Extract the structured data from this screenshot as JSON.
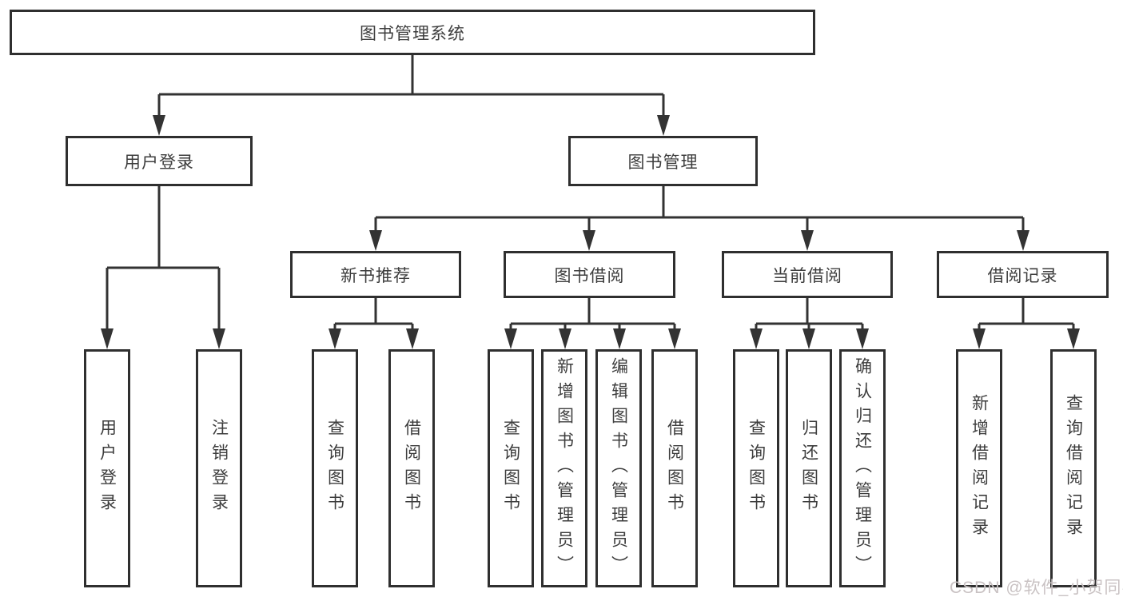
{
  "diagram": {
    "root": {
      "label": "图书管理系统"
    },
    "level2": [
      {
        "id": "user-login",
        "label": "用户登录"
      },
      {
        "id": "book-management",
        "label": "图书管理"
      }
    ],
    "level3": [
      {
        "id": "new-book-recommend",
        "parent": "book-management",
        "label": "新书推荐"
      },
      {
        "id": "book-borrow",
        "parent": "book-management",
        "label": "图书借阅"
      },
      {
        "id": "current-borrow",
        "parent": "book-management",
        "label": "当前借阅"
      },
      {
        "id": "borrow-record",
        "parent": "book-management",
        "label": "借阅记录"
      }
    ],
    "leaves": [
      {
        "parent": "user-login",
        "label": "用户登录"
      },
      {
        "parent": "user-login",
        "label": "注销登录"
      },
      {
        "parent": "new-book-recommend",
        "label": "查询图书"
      },
      {
        "parent": "new-book-recommend",
        "label": "借阅图书"
      },
      {
        "parent": "book-borrow",
        "label": "查询图书"
      },
      {
        "parent": "book-borrow",
        "label": "新增图书（管理员）"
      },
      {
        "parent": "book-borrow",
        "label": "编辑图书（管理员）"
      },
      {
        "parent": "book-borrow",
        "label": "借阅图书"
      },
      {
        "parent": "current-borrow",
        "label": "查询图书"
      },
      {
        "parent": "current-borrow",
        "label": "归还图书"
      },
      {
        "parent": "current-borrow",
        "label": "确认归还（管理员）"
      },
      {
        "parent": "borrow-record",
        "label": "新增借阅记录"
      },
      {
        "parent": "borrow-record",
        "label": "查询借阅记录"
      }
    ],
    "watermark": "CSDN @软件_小贺同学",
    "colors": {
      "line": "#333333",
      "border": "#2f2f2f",
      "text": "#3d3d3d",
      "background": "#ffffff",
      "watermark": "#c9c2c3"
    }
  }
}
